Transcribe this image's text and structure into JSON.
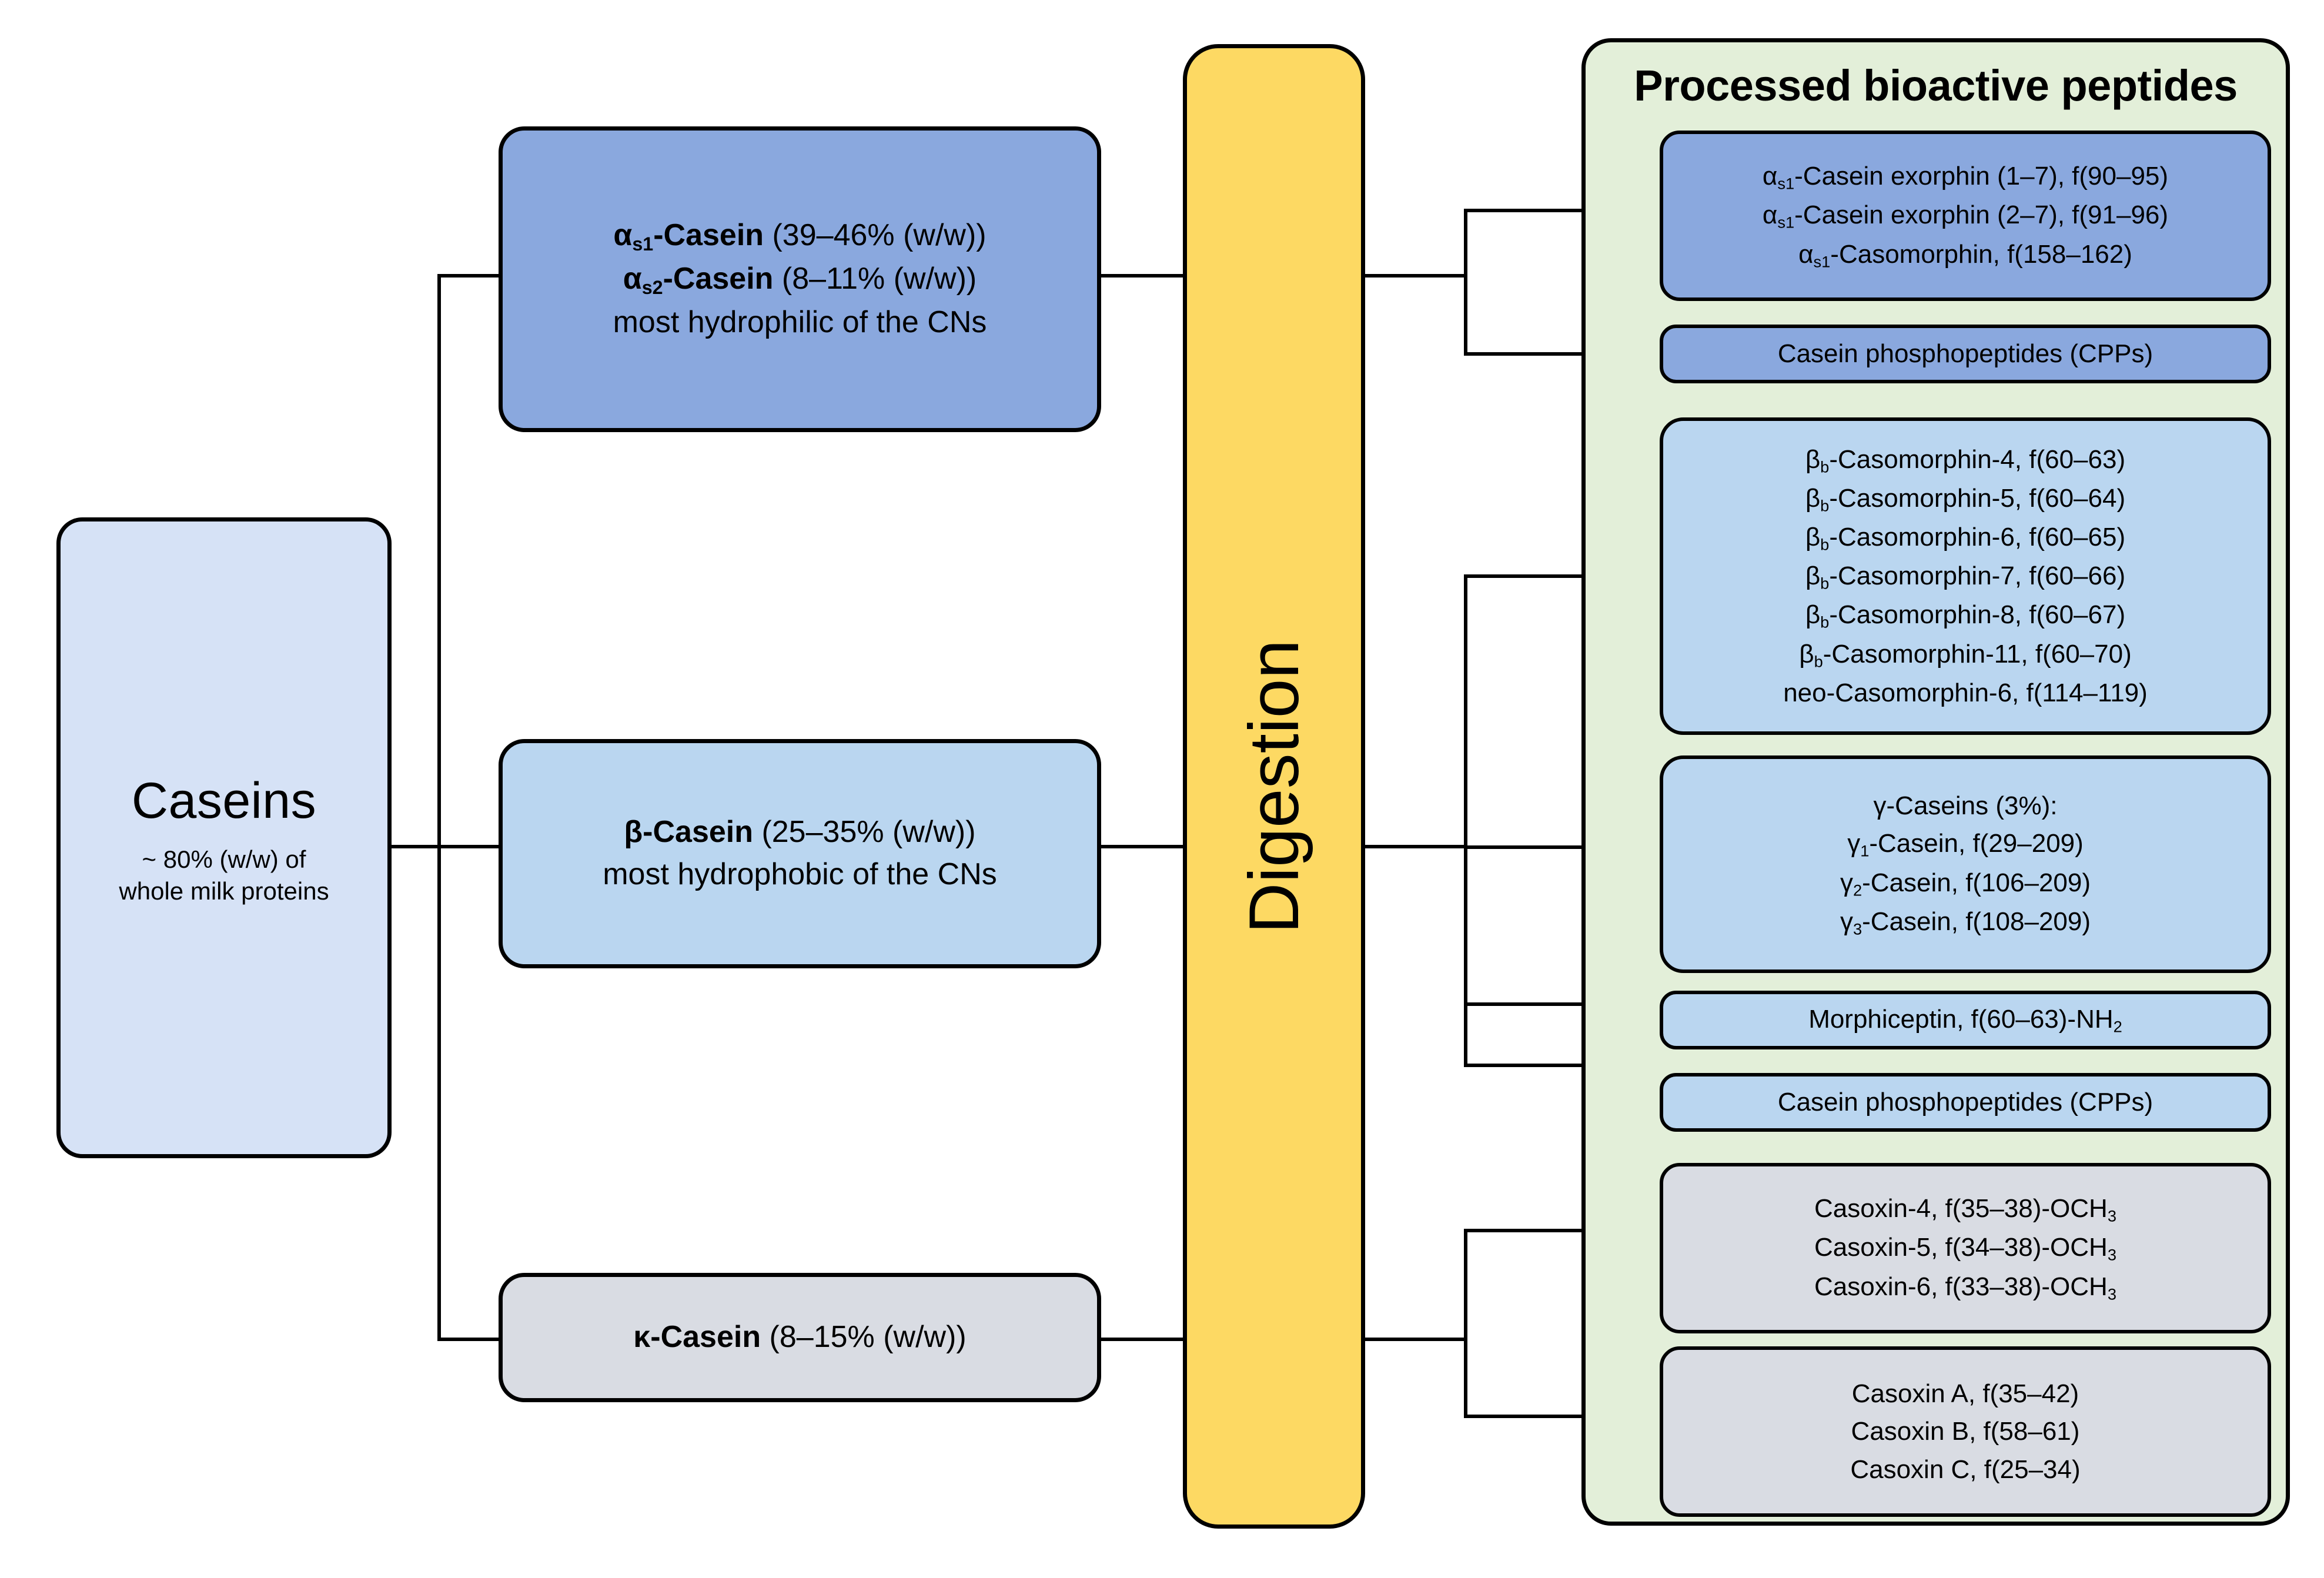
{
  "colors": {
    "pale_blue": "#d6e2f6",
    "mid_blue": "#8aa8de",
    "light_blue": "#bad6f0",
    "grey": "#d9dce3",
    "green_panel": "#e3efd9",
    "yellow": "#fdd963",
    "outline": "#000000"
  },
  "source": {
    "title": "Caseins",
    "subtitle_line1": "~ 80% (w/w) of",
    "subtitle_line2": "whole milk proteins"
  },
  "fractions": [
    {
      "id": "alpha-casein",
      "lines": [
        {
          "bold_prefix": "α",
          "bold_sub": "s1",
          "bold_rest": "-Casein",
          "plain": " (39–46% (w/w))"
        },
        {
          "bold_prefix": "α",
          "bold_sub": "s2",
          "bold_rest": "-Casein",
          "plain": " (8–11% (w/w))"
        }
      ],
      "note": "most hydrophilic of the CNs"
    },
    {
      "id": "beta-casein",
      "lines": [
        {
          "bold_prefix": "β",
          "bold_sub": "",
          "bold_rest": "-Casein",
          "plain": " (25–35% (w/w))"
        }
      ],
      "note": "most hydrophobic of the CNs"
    },
    {
      "id": "kappa-casein",
      "lines": [
        {
          "bold_prefix": "κ",
          "bold_sub": "",
          "bold_rest": "-Casein",
          "plain": " (8–15% (w/w))"
        }
      ],
      "note": ""
    }
  ],
  "process": {
    "label": "Digestion"
  },
  "products_panel": {
    "title": "Processed bioactive peptides"
  },
  "product_groups": [
    {
      "id": "alpha-peptides",
      "color": "mid_blue",
      "items": [
        "αs1-Casein exorphin (1–7), f(90–95)",
        "αs1-Casein exorphin (2–7), f(91–96)",
        "αs1-Casomorphin, f(158–162)"
      ]
    },
    {
      "id": "alpha-cpps",
      "color": "mid_blue",
      "items": [
        "Casein phosphopeptides (CPPs)"
      ]
    },
    {
      "id": "beta-casomorphins",
      "color": "light_blue",
      "items": [
        "βb-Casomorphin-4, f(60–63)",
        "βb-Casomorphin-5, f(60–64)",
        "βb-Casomorphin-6, f(60–65)",
        "βb-Casomorphin-7, f(60–66)",
        "βb-Casomorphin-8, f(60–67)",
        "βb-Casomorphin-11, f(60–70)",
        "neo-Casomorphin-6, f(114–119)"
      ]
    },
    {
      "id": "gamma-caseins",
      "color": "light_blue",
      "items": [
        "γ-Caseins (3%):",
        "γ1-Casein, f(29–209)",
        "γ2-Casein, f(106–209)",
        "γ3-Casein, f(108–209)"
      ]
    },
    {
      "id": "morphiceptin",
      "color": "light_blue",
      "items": [
        "Morphiceptin, f(60–63)-NH2"
      ]
    },
    {
      "id": "beta-cpps",
      "color": "light_blue",
      "items": [
        "Casein phosphopeptides (CPPs)"
      ]
    },
    {
      "id": "casoxins-och3",
      "color": "grey",
      "items": [
        "Casoxin-4, f(35–38)-OCH3",
        "Casoxin-5, f(34–38)-OCH3",
        "Casoxin-6, f(33–38)-OCH3"
      ]
    },
    {
      "id": "casoxins-abc",
      "color": "grey",
      "items": [
        "Casoxin A, f(35–42)",
        "Casoxin B, f(58–61)",
        "Casoxin C, f(25–34)"
      ]
    }
  ]
}
